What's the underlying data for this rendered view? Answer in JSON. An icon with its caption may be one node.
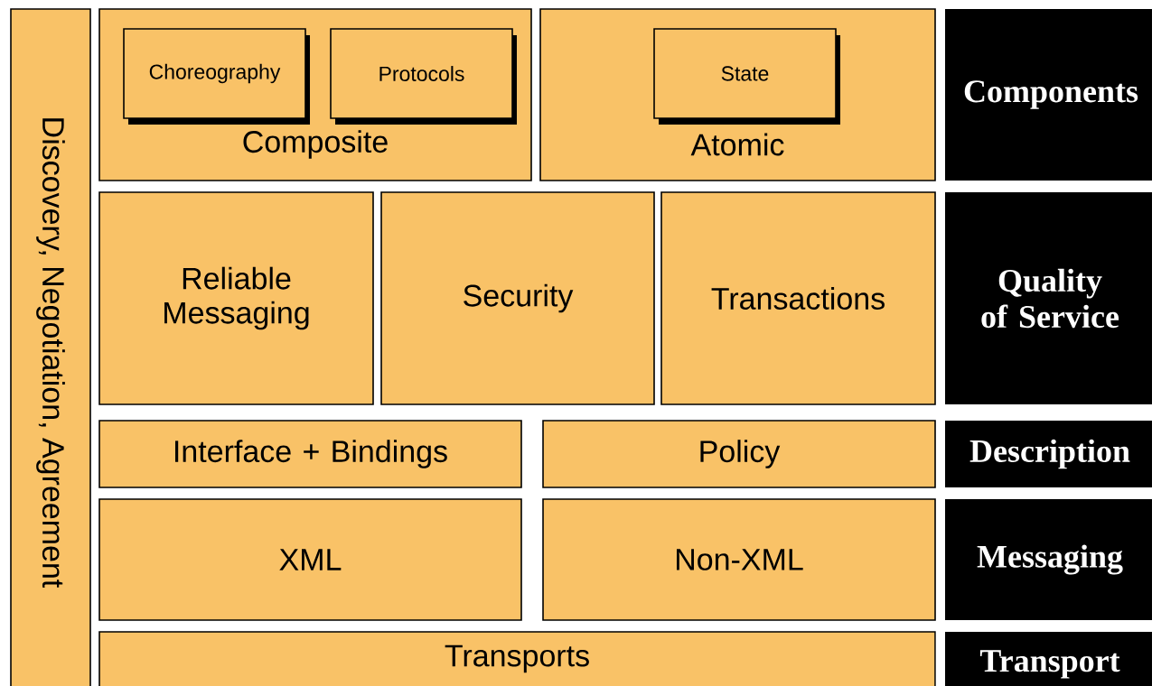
{
  "diagram": {
    "nodes": [
      {
        "text": [
          "Discovery, Negotiation, Agreement"
        ]
      },
      {
        "text": [
          "Composite"
        ]
      },
      {
        "text": [
          "Choreography"
        ],
        "in": 1
      },
      {
        "text": [
          "Protocols"
        ],
        "in": 1
      },
      {
        "text": [
          "Atomic"
        ]
      },
      {
        "text": [
          "State"
        ],
        "in": 4
      },
      {
        "text": [
          "Components"
        ]
      },
      {
        "text": [
          "Reliable Messaging"
        ]
      },
      {
        "text": [
          "Security"
        ]
      },
      {
        "text": [
          "Transactions"
        ]
      },
      {
        "text": [
          "Quality of Service"
        ]
      },
      {
        "text": [
          "Interface + Bindings"
        ]
      },
      {
        "text": [
          "Policy"
        ]
      },
      {
        "text": [
          "Description"
        ]
      },
      {
        "text": [
          "XML"
        ]
      },
      {
        "text": [
          "Non-XML"
        ]
      },
      {
        "text": [
          "Messaging"
        ]
      },
      {
        "text": [
          "Transports"
        ]
      },
      {
        "text": [
          "Transport"
        ]
      }
    ]
  }
}
